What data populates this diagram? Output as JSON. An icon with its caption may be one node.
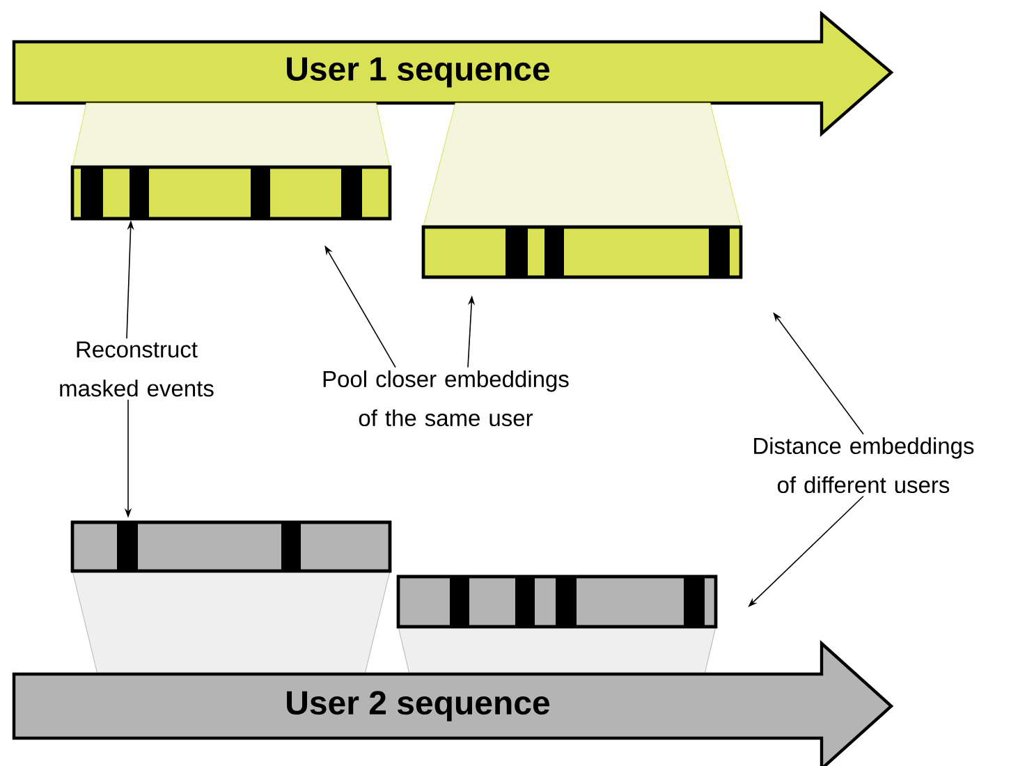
{
  "diagram": {
    "nodes": [
      {
        "text": [
          "User 1 sequence"
        ]
      },
      {
        "text": [],
        "shape": "box"
      },
      {
        "text": [],
        "shape": "box"
      },
      {
        "text": [
          "Reconstruct masked events"
        ]
      },
      {
        "text": [
          "Pool closer embeddings of the same user"
        ]
      },
      {
        "text": [
          "Distance embeddings of different users"
        ]
      },
      {
        "text": [],
        "shape": "box"
      },
      {
        "text": [],
        "shape": "box"
      },
      {
        "text": [
          "User 2 sequence"
        ]
      }
    ],
    "edges": [
      {
        "from": 3,
        "to": 1,
        "arrow": "to"
      },
      {
        "from": 3,
        "to": 6,
        "arrow": "to"
      },
      {
        "from": 4,
        "to": 1,
        "arrow": "to"
      },
      {
        "from": 4,
        "to": 2,
        "arrow": "to"
      },
      {
        "from": 5,
        "to": 2,
        "arrow": "to"
      },
      {
        "from": 5,
        "to": 7,
        "arrow": "to"
      }
    ]
  }
}
